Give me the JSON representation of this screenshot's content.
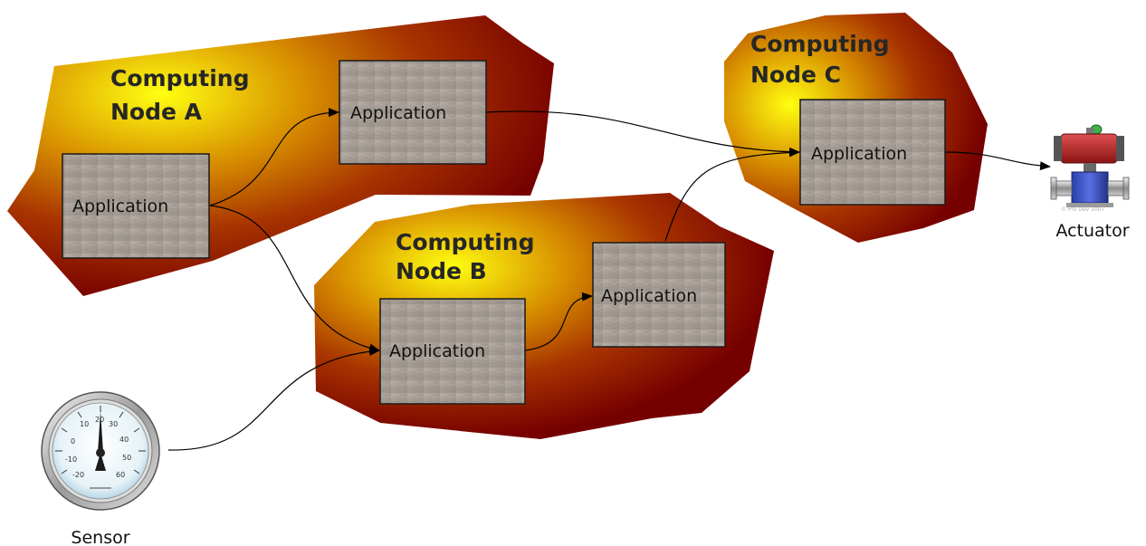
{
  "nodes": [
    {
      "id": "a",
      "title_line1": "Computing",
      "title_line2": "Node A"
    },
    {
      "id": "b",
      "title_line1": "Computing",
      "title_line2": "Node B"
    },
    {
      "id": "c",
      "title_line1": "Computing",
      "title_line2": "Node C"
    }
  ],
  "applications": [
    {
      "id": "a1",
      "node": "a",
      "label": "Application"
    },
    {
      "id": "a2",
      "node": "a",
      "label": "Application"
    },
    {
      "id": "b1",
      "node": "b",
      "label": "Application"
    },
    {
      "id": "b2",
      "node": "b",
      "label": "Application"
    },
    {
      "id": "c1",
      "node": "c",
      "label": "Application"
    }
  ],
  "devices": {
    "sensor": {
      "label": "Sensor",
      "icon": "thermometer-gauge-icon",
      "scale": [
        "10",
        "20",
        "30",
        "40",
        "50",
        "60",
        "0",
        "-10",
        "-20"
      ]
    },
    "actuator": {
      "label": "Actuator",
      "icon": "valve-actuator-icon",
      "watermark": "© Pro Dev 2007"
    }
  },
  "connections": [
    {
      "from": "a1",
      "to": "a2"
    },
    {
      "from": "a1",
      "to": "b1"
    },
    {
      "from": "sensor",
      "to": "b1"
    },
    {
      "from": "b1",
      "to": "b2"
    },
    {
      "from": "b2",
      "to": "c1"
    },
    {
      "from": "a2",
      "to": "c1"
    },
    {
      "from": "c1",
      "to": "actuator"
    }
  ],
  "colors": {
    "node_center": "#ffff00",
    "node_mid": "#c06000",
    "node_edge": "#7a0000",
    "app_box": "#a8a098",
    "wire": "#000000"
  }
}
